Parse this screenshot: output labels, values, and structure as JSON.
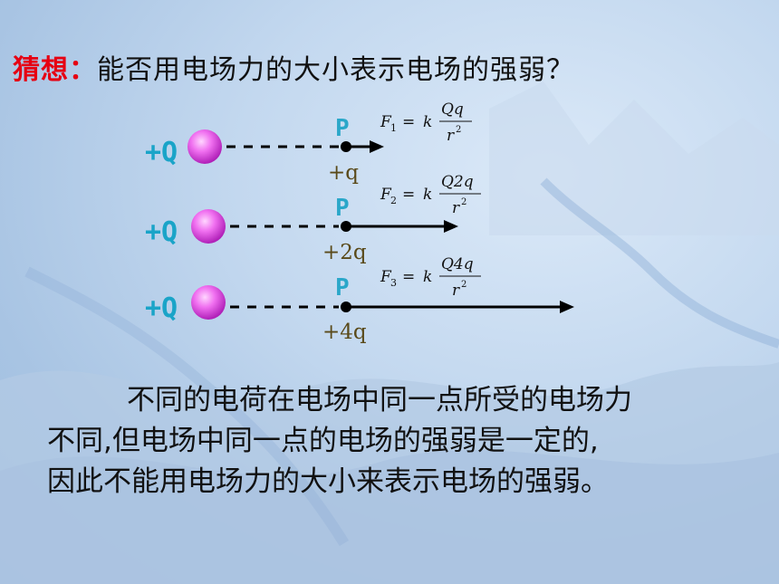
{
  "title": {
    "label": "猜想：",
    "text": "能否用电场力的大小表示电场的强弱？"
  },
  "rows": [
    {
      "source": "+Q",
      "point": "P",
      "test_charge": "+q",
      "formula": {
        "lhs": "F",
        "sub": "1",
        "eq": "=",
        "k": "k",
        "num": "Qq",
        "den": "r",
        "exp": "2"
      }
    },
    {
      "source": "+Q",
      "point": "P",
      "test_charge": "+2q",
      "formula": {
        "lhs": "F",
        "sub": "2",
        "eq": "=",
        "k": "k",
        "num": "Q2q",
        "den": "r",
        "exp": "2"
      }
    },
    {
      "source": "+Q",
      "point": "P",
      "test_charge": "+4q",
      "formula": {
        "lhs": "F",
        "sub": "3",
        "eq": "=",
        "k": "k",
        "num": "Q4q",
        "den": "r",
        "exp": "2"
      }
    }
  ],
  "paragraph": {
    "line1": "不同的电荷在电场中同一点所受的电场力",
    "line2": "不同,但电场中同一点的电场的强弱是一定的,",
    "line3": "因此不能用电场力的大小来表示电场的强弱。"
  },
  "colors": {
    "title_label": "#e60012",
    "charge_text": "#1aa4c8",
    "sphere": "#e040e0",
    "point_label": "#2aa7c9",
    "test_charge_text": "#5a4a1a"
  }
}
